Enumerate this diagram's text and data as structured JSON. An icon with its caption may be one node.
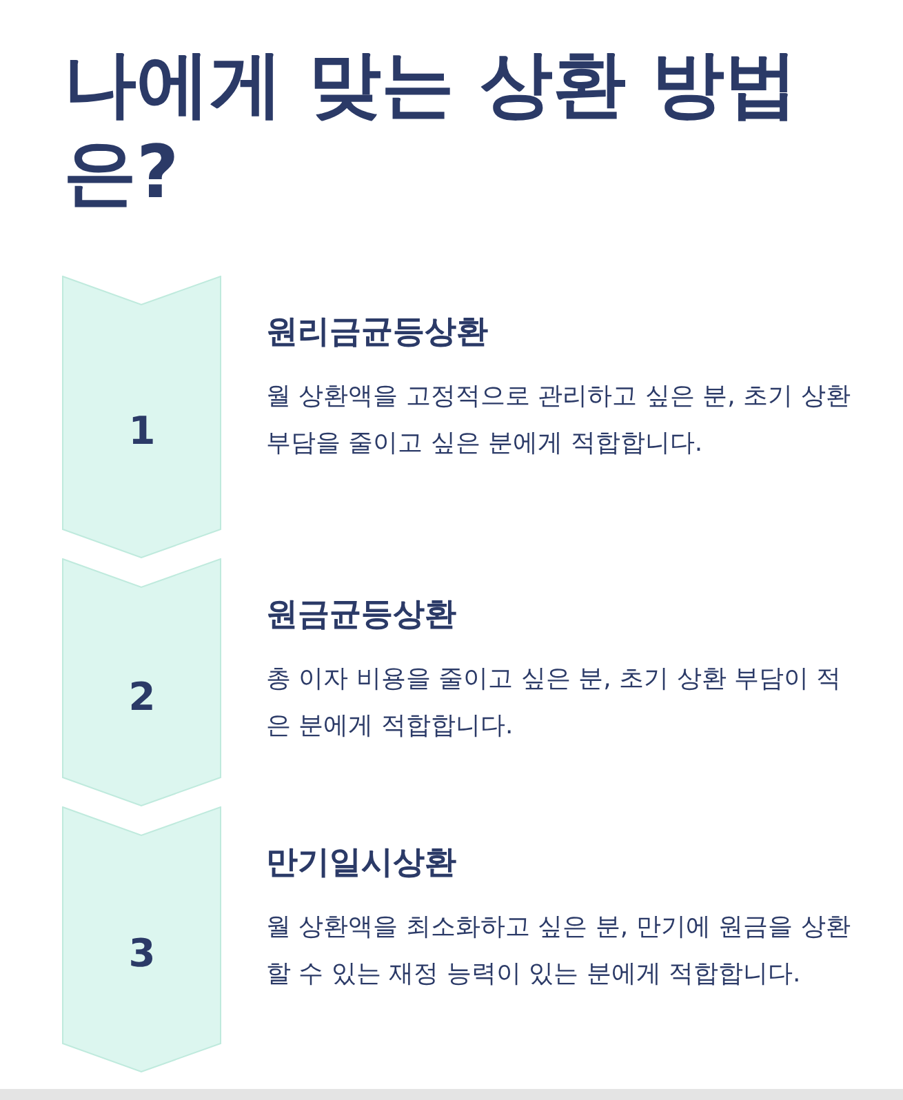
{
  "diagram": {
    "title": "나에게 맞는 상환 방법은?",
    "nodes": [
      {
        "text": [
          "1"
        ],
        "beside": [
          "원리금균등상환",
          "월 상환액을 고정적으로 관리하고 싶은 분, 초기 상환 부담을 줄이고 싶은 분에게 적합합니다."
        ]
      },
      {
        "text": [
          "2"
        ],
        "beside": [
          "원금균등상환",
          "총 이자 비용을 줄이고 싶은 분, 초기 상환 부담이 적은 분에게 적합합니다."
        ]
      },
      {
        "text": [
          "3"
        ],
        "beside": [
          "만기일시상환",
          "월 상환액을 최소화하고 싶은 분, 만기에 원금을 상환할 수 있는 재정 능력이 있는 분에게 적합합니다."
        ]
      }
    ]
  }
}
